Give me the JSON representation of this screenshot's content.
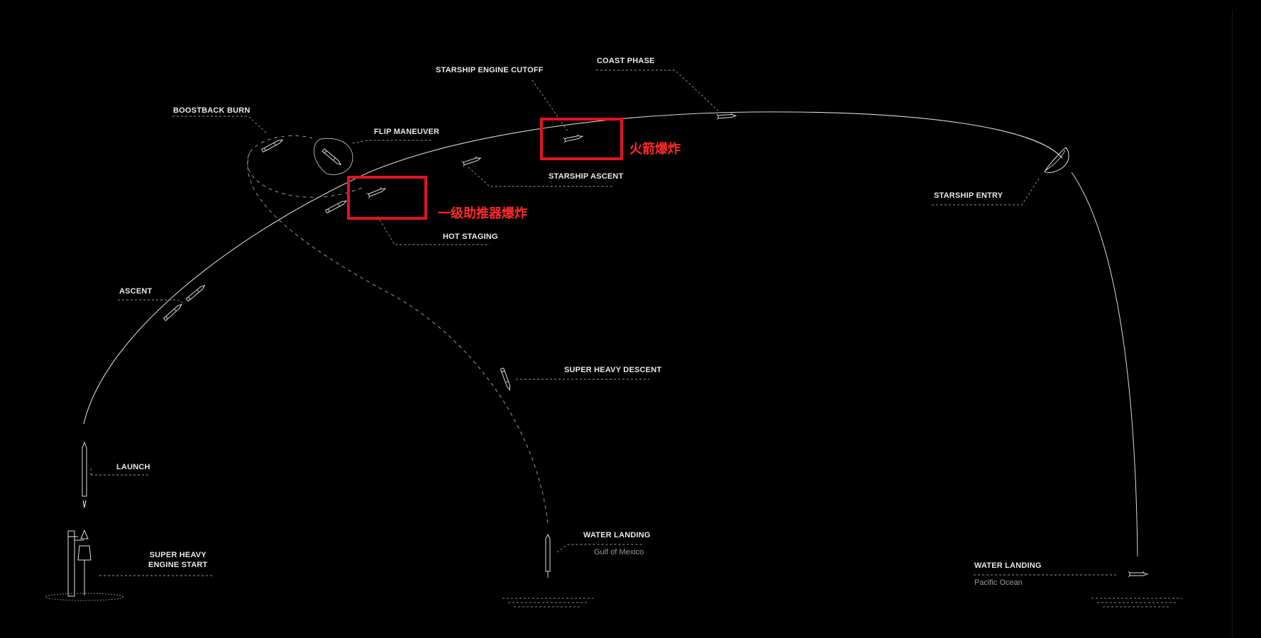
{
  "diagram": {
    "stages": {
      "engine_start": [
        "SUPER HEAVY",
        "ENGINE START"
      ],
      "launch": "LAUNCH",
      "ascent": "ASCENT",
      "boostback_burn": "BOOSTBACK BURN",
      "flip_maneuver": "FLIP MANEUVER",
      "hot_staging": "HOT STAGING",
      "starship_ascent": "STARSHIP ASCENT",
      "starship_engine_cutoff": "STARSHIP ENGINE CUTOFF",
      "coast_phase": "COAST PHASE",
      "starship_entry": "STARSHIP ENTRY",
      "super_heavy_descent": "SUPER HEAVY DESCENT",
      "booster_landing": {
        "title": "WATER LANDING",
        "location": "Gulf of Mexico"
      },
      "ship_landing": {
        "title": "WATER LANDING",
        "location": "Pacific Ocean"
      }
    },
    "annotations": {
      "booster_explosion": "一级助推器爆炸",
      "rocket_explosion": "火箭爆炸"
    },
    "colors": {
      "background": "#000000",
      "line": "#d8d8d8",
      "dashed_line": "#9a9a9a",
      "highlight": "#e0141f",
      "annotation_text": "#ff2a2a"
    }
  }
}
